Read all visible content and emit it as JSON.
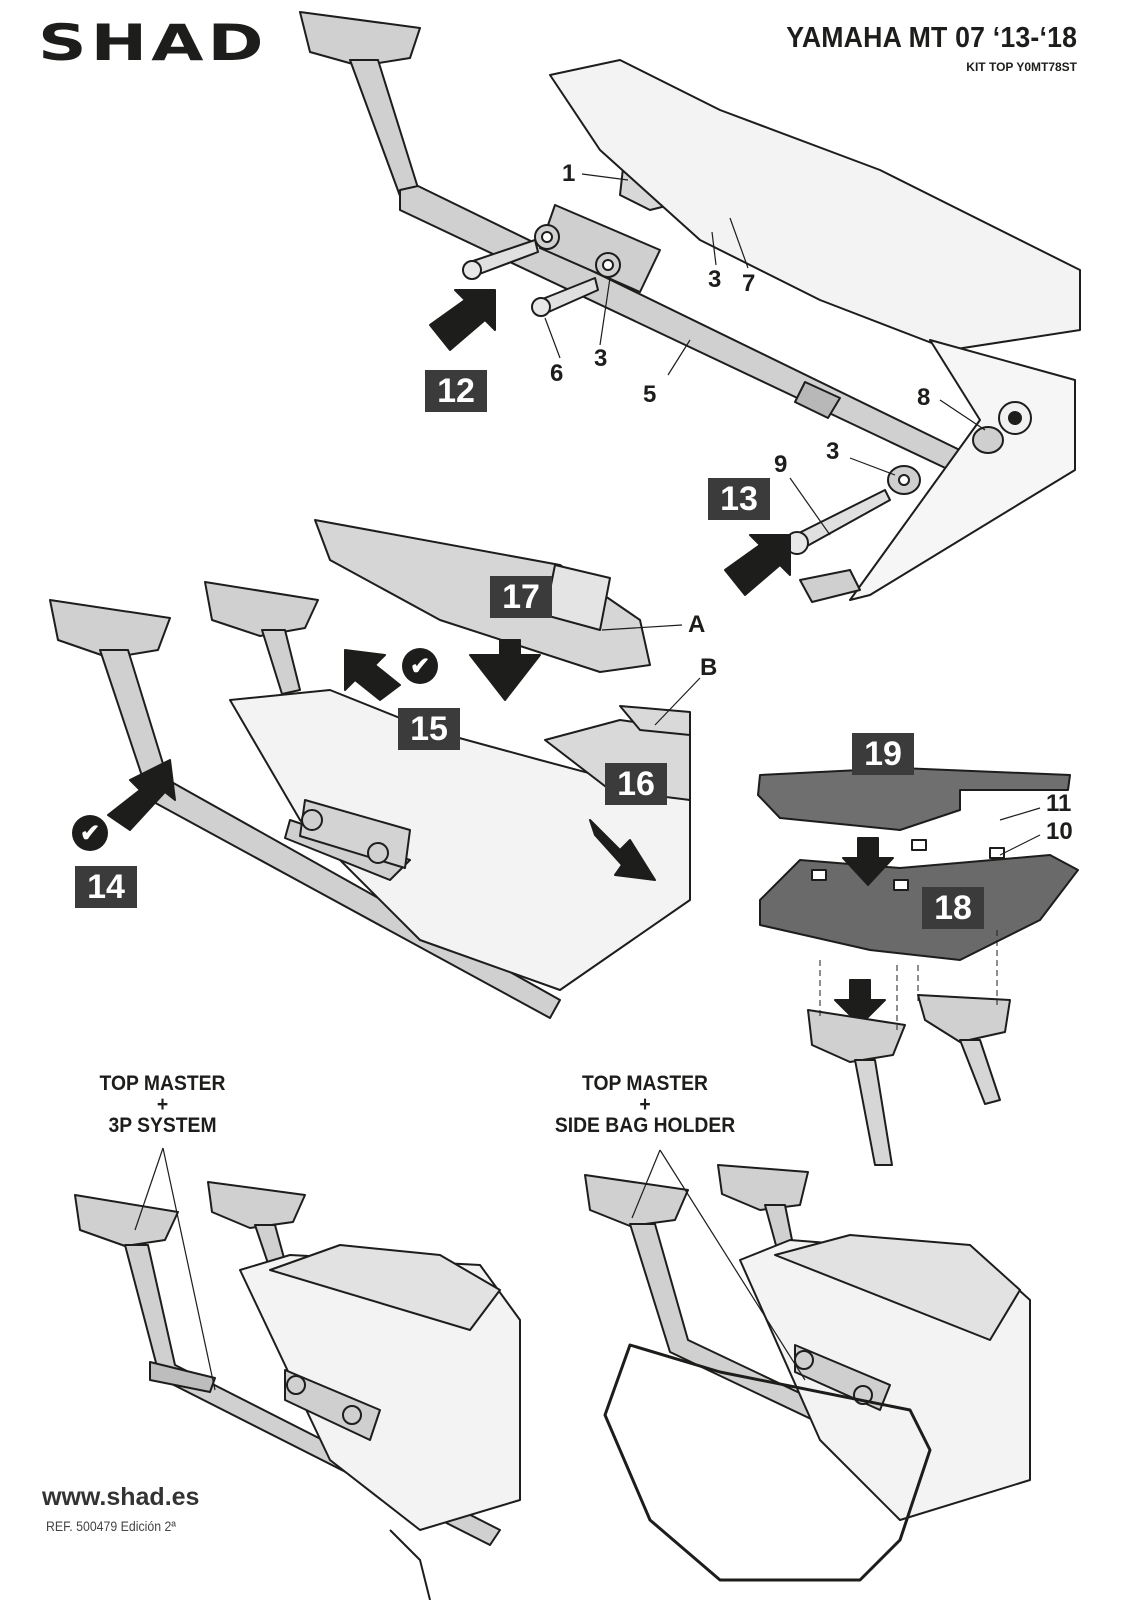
{
  "header": {
    "brand": "SHAD",
    "model_title": "YAMAHA MT 07 ‘13-‘18",
    "kit": "KIT TOP Y0MT78ST"
  },
  "steps": [
    {
      "number": "12"
    },
    {
      "number": "13"
    },
    {
      "number": "14"
    },
    {
      "number": "15"
    },
    {
      "number": "16"
    },
    {
      "number": "17"
    },
    {
      "number": "18"
    },
    {
      "number": "19"
    }
  ],
  "callouts": {
    "part_1": "1",
    "part_3a": "3",
    "part_7": "7",
    "part_6": "6",
    "part_3b": "3",
    "part_5": "5",
    "part_8": "8",
    "part_3c": "3",
    "part_9": "9",
    "part_A": "A",
    "part_B": "B",
    "part_11": "11",
    "part_10": "10"
  },
  "check_mark": "✔",
  "captions": {
    "left": {
      "line1": "TOP MASTER",
      "line2": "+",
      "line3": "3P SYSTEM"
    },
    "right": {
      "line1": "TOP MASTER",
      "line2": "+",
      "line3": "SIDE BAG HOLDER"
    }
  },
  "footer": {
    "url": "www.shad.es",
    "ref": "REF. 500479 Edición 2ª"
  },
  "colors": {
    "ink": "#1d1d1b",
    "step_badge": "#3b3b3b",
    "part_fill": "#c9c9c9",
    "light_fill": "#e4e4e4"
  }
}
